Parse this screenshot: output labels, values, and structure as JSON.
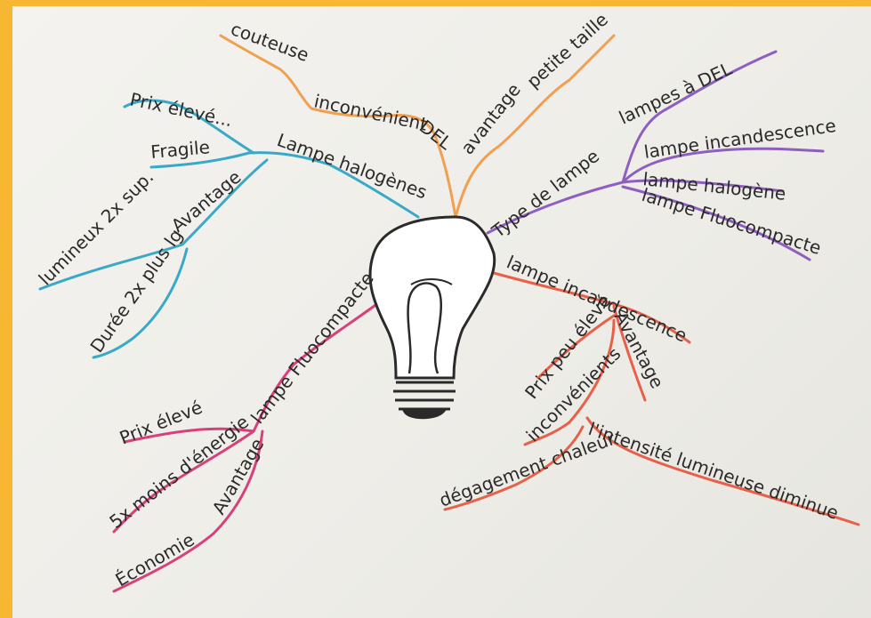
{
  "colors": {
    "frame": "#f7b733",
    "orange": "#f0a050",
    "purple": "#8e5fc0",
    "red": "#e8604a",
    "pink": "#d8407a",
    "blue": "#3aa9c8",
    "ink": "#2a2a2a"
  },
  "center": {
    "icon": "light-bulb-icon"
  },
  "del": {
    "title": "DEL",
    "inconvenient": "inconvénient",
    "couteuse": "couteuse",
    "avantage": "avantage",
    "petite_taille": "petite taille"
  },
  "types": {
    "title": "Type de lampe",
    "items": [
      "lampes à DEL",
      "lampe incandescence",
      "lampe halogène",
      "lampe Fluocompacte"
    ]
  },
  "incandescence": {
    "title": "lampe incandescence",
    "avantage": "Avantage",
    "prix": "Prix peu élevé",
    "inconvenients": "inconvénients",
    "intensite": "l'intensité lumineuse diminue",
    "chaleur": "dégagement chaleur"
  },
  "fluo": {
    "title": "lampe Fluocompacte",
    "prix": "Prix élevé",
    "energie": "5x moins d'énergie",
    "avantage": "Avantage",
    "economie": "Économie"
  },
  "halogene": {
    "title": "Lampe halogènes",
    "prix": "Prix élevé...",
    "fragile": "Fragile",
    "avantage": "Avantage",
    "lumineux": "lumineux 2x sup.",
    "duree": "Durée 2x plus lg"
  }
}
